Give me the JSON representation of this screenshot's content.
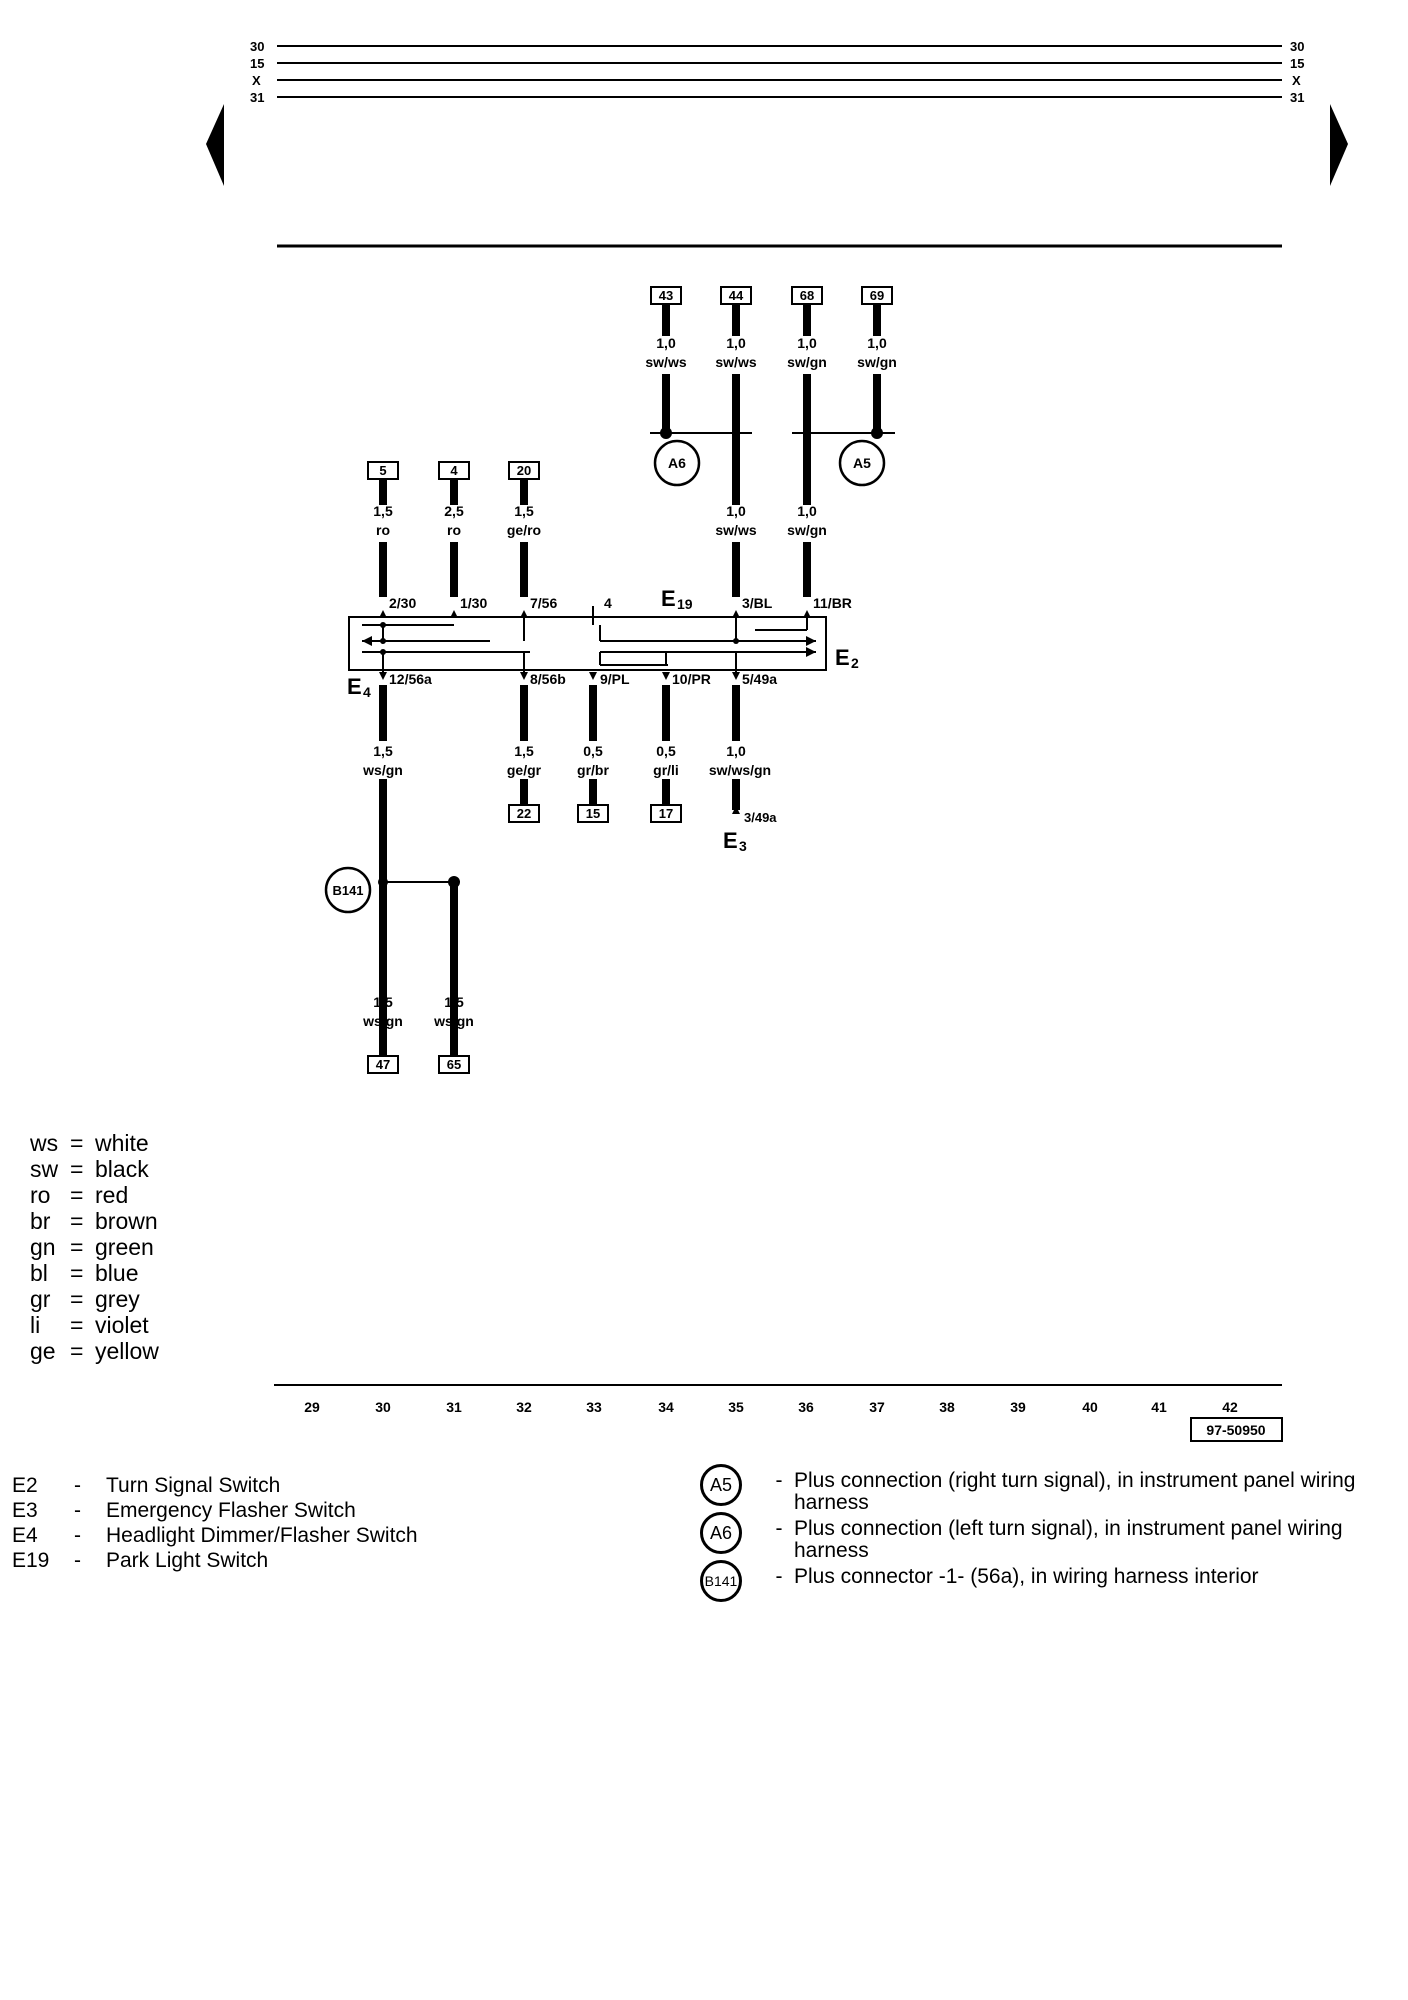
{
  "rails": {
    "left_labels": [
      "30",
      "15",
      "X",
      "31"
    ],
    "right_labels": [
      "30",
      "15",
      "X",
      "31"
    ]
  },
  "top_terminals": [
    {
      "num": "43",
      "size": "1,0",
      "color": "sw/ws"
    },
    {
      "num": "44",
      "size": "1,0",
      "color": "sw/ws"
    },
    {
      "num": "68",
      "size": "1,0",
      "color": "sw/gn"
    },
    {
      "num": "69",
      "size": "1,0",
      "color": "sw/gn"
    }
  ],
  "connectors": {
    "a6": "A6",
    "a5": "A5",
    "b141": "B141"
  },
  "mid_wires": [
    {
      "size": "1,0",
      "color": "sw/ws"
    },
    {
      "size": "1,0",
      "color": "sw/gn"
    }
  ],
  "input_terminals": [
    {
      "num": "5",
      "size": "1,5",
      "color": "ro"
    },
    {
      "num": "4",
      "size": "2,5",
      "color": "ro"
    },
    {
      "num": "20",
      "size": "1,5",
      "color": "ge/ro"
    }
  ],
  "switch_labels": {
    "e19": "E",
    "e19_sub": "19",
    "e2": "E",
    "e2_sub": "2",
    "e4": "E",
    "e4_sub": "4",
    "e3": "E",
    "e3_sub": "3"
  },
  "pins": {
    "p2_30": "2/30",
    "p1_30": "1/30",
    "p7_56": "7/56",
    "p4": "4",
    "p3_bl": "3/BL",
    "p11_br": "11/BR",
    "p12_56a": "12/56a",
    "p8_56b": "8/56b",
    "p9_pl": "9/PL",
    "p10_pr": "10/PR",
    "p5_49a": "5/49a",
    "p3_49a": "3/49a"
  },
  "output_wires": [
    {
      "size": "1,5",
      "color": "ws/gn"
    },
    {
      "size": "1,5",
      "color": "ge/gr",
      "num": "22"
    },
    {
      "size": "0,5",
      "color": "gr/br",
      "num": "15"
    },
    {
      "size": "0,5",
      "color": "gr/li",
      "num": "17"
    },
    {
      "size": "1,0",
      "color": "sw/ws/gn"
    }
  ],
  "bottom_terminals": [
    {
      "num": "47",
      "size": "1,5",
      "color": "ws/gn"
    },
    {
      "num": "65",
      "size": "1,5",
      "color": "ws/gn"
    }
  ],
  "color_legend": [
    {
      "code": "ws",
      "name": "white"
    },
    {
      "code": "sw",
      "name": "black"
    },
    {
      "code": "ro",
      "name": "red"
    },
    {
      "code": "br",
      "name": "brown"
    },
    {
      "code": "gn",
      "name": "green"
    },
    {
      "code": "bl",
      "name": "blue"
    },
    {
      "code": "gr",
      "name": "grey"
    },
    {
      "code": "li",
      "name": "violet"
    },
    {
      "code": "ge",
      "name": "yellow"
    }
  ],
  "scale_numbers": [
    "29",
    "30",
    "31",
    "32",
    "33",
    "34",
    "35",
    "36",
    "37",
    "38",
    "39",
    "40",
    "41",
    "42"
  ],
  "figure_id": "97-50950",
  "components": [
    {
      "code": "E2",
      "desc": "Turn Signal Switch"
    },
    {
      "code": "E3",
      "desc": "Emergency Flasher Switch"
    },
    {
      "code": "E4",
      "desc": "Headlight Dimmer/Flasher Switch"
    },
    {
      "code": "E19",
      "desc": "Park Light Switch"
    }
  ],
  "connections": [
    {
      "code": "A5",
      "desc": "Plus connection (right turn signal), in instrument panel wiring harness"
    },
    {
      "code": "A6",
      "desc": "Plus connection (left turn signal), in instrument panel wiring harness"
    },
    {
      "code": "B141",
      "desc": "Plus connector -1- (56a), in wiring harness interior"
    }
  ]
}
